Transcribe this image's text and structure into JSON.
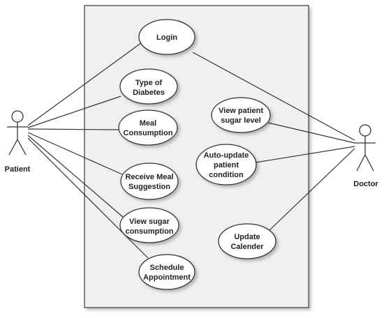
{
  "actors": {
    "patient": "Patient",
    "doctor": "Doctor"
  },
  "use_cases": {
    "login": "Login",
    "type_of_diabetes": [
      "Type of",
      "Diabetes"
    ],
    "meal_consumption": [
      "Meal",
      "Consumption"
    ],
    "receive_meal_suggestion": [
      "Receive Meal",
      "Suggestion"
    ],
    "view_sugar_consumption": [
      "View sugar",
      "consumption"
    ],
    "schedule_appointment": [
      "Schedule",
      "Appointment"
    ],
    "view_patient_sugar_level": [
      "View patient",
      "sugar level"
    ],
    "auto_update_patient_condition": [
      "Auto-update",
      "patient",
      "condition"
    ],
    "update_calender": [
      "Update",
      "Calender"
    ]
  }
}
